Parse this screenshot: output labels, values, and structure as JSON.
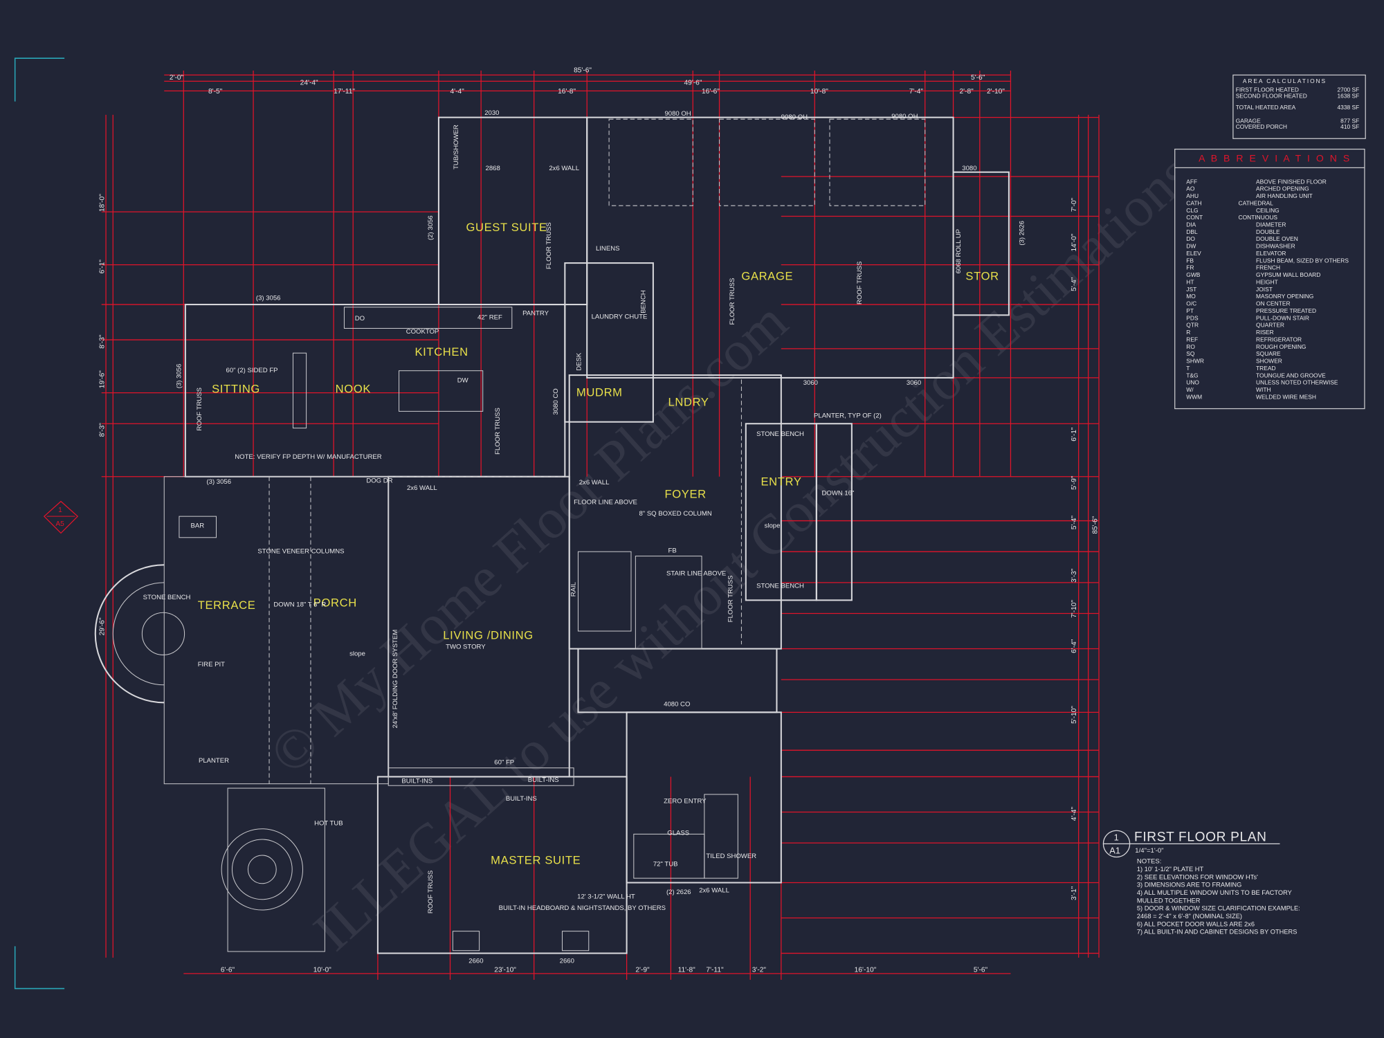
{
  "watermark": [
    "© My Home Floor Plans.com",
    "ILLEGAL to use without Construction Estimations"
  ],
  "rooms": {
    "guest_suite": "GUEST SUITE",
    "kitchen": "KITCHEN",
    "sitting": "SITTING",
    "nook": "NOOK",
    "mudrm": "MUDRM",
    "lndry": "LNDRY",
    "garage": "GARAGE",
    "stor": "STOR",
    "foyer": "FOYER",
    "entry": "ENTRY",
    "terrace": "TERRACE",
    "porch": "PORCH",
    "living": "LIVING /DINING",
    "living_sub": "TWO STORY",
    "master": "MASTER SUITE"
  },
  "labels": {
    "tub_shower": "TUB/SHOWER",
    "d2030": "2030",
    "d2868": "2868",
    "wall2x6a": "2x6 WALL",
    "d9080a": "9080 OH",
    "d9080b": "9080 OH",
    "d9080c": "9080 OH",
    "d3080": "3080",
    "d3056a": "(2) 3056",
    "d3056b": "(3) 3056",
    "d3056c": "(3) 3056",
    "d3056d": "(3) 3056",
    "d2626a": "(3) 2626",
    "linens": "LINENS",
    "pantry": "PANTRY",
    "laundry_chute": "LAUNDRY CHUTE",
    "do": "DO",
    "ref": "42\" REF",
    "cooktop": "COOKTOP",
    "dw": "DW",
    "desk": "DESK",
    "bench": "BENCH",
    "fp": "60\" (2) SIDED FP",
    "note_fp": "NOTE: VERIFY FP DEPTH W/ MANUFACTURER",
    "roll_up": "6068 ROLL UP",
    "d3060a": "3060",
    "d3060b": "3060",
    "planter": "PLANTER, TYP OF (2)",
    "stone_bench_a": "STONE BENCH",
    "stone_bench_b": "STONE BENCH",
    "stone_bench_c": "STONE BENCH",
    "down16": "DOWN 16\"",
    "slope_a": "slope",
    "slope_b": "slope",
    "floor_line": "FLOOR LINE ABOVE",
    "column": "8\" SQ BOXED COLUMN",
    "fb": "FB",
    "stair_line": "STAIR LINE ABOVE",
    "rail": "RAIL",
    "dog_dr": "DOG DR",
    "wall2x6b": "2x6 WALL",
    "wall2x6c": "2x6 WALL",
    "bar": "BAR",
    "stone_veneer": "STONE VENEER COLUMNS",
    "fire_pit": "FIRE PIT",
    "down18": "DOWN 18\" T 6\" R",
    "folding_door": "24'x8' FOLDING DOOR SYSTEM",
    "planter2": "PLANTER",
    "hot_tub": "HOT TUB",
    "builtins_a": "BUILT-INS",
    "builtins_b": "BUILT-INS",
    "builtins_c": "BUILT-INS",
    "fp60": "60\" FP",
    "co4080": "4080 CO",
    "co3080": "3080 CO",
    "zero_entry": "ZERO ENTRY",
    "glass": "GLASS",
    "tub72": "72\" TUB",
    "tiled_shower": "TILED SHOWER",
    "wall_ht": "12' 3-1/2\" WALL HT",
    "headboard": "BUILT-IN HEADBOARD & NIGHTSTANDS, BY OTHERS",
    "d2660a": "2660",
    "d2660b": "2660",
    "d2626b": "(2) 2626",
    "wall2x6d": "2x6 WALL",
    "floor_truss": "FLOOR TRUSS",
    "roof_truss": "ROOF TRUSS",
    "a5_num": "1",
    "a5_sheet": "A5"
  },
  "dimensions": {
    "top_overall": "85'-6\"",
    "top": [
      "2'-0\"",
      "24'-4\"",
      "49'-6\"",
      "5'-6\""
    ],
    "top2": [
      "8'-5\"",
      "17'-11\"",
      "4'-4\"",
      "16'-8\"",
      "16'-6\"",
      "10'-8\"",
      "7'-4\"",
      "2'-8\"",
      "2'-10\""
    ],
    "bottom": [
      "6'-6\"",
      "10'-0\"",
      "23'-10\"",
      "2'-9\"",
      "11'-8\"",
      "7'-11\"",
      "3'-2\"",
      "16'-10\"",
      "5'-6\""
    ],
    "left": [
      "18'-0\"",
      "6'-1\"",
      "8'-3\"",
      "19'-6\"",
      "8'-3\"",
      "29'-6\""
    ],
    "right": [
      "7'-0\"",
      "14'-0\"",
      "5'-4\"",
      "6'-1\"",
      "5'-9\"",
      "5'-4\"",
      "3'-3\"",
      "7'-10\"",
      "6'-4\"",
      "5'-10\"",
      "4'-4\"",
      "3'-1\"",
      "85'-6\""
    ]
  },
  "area_calculations": {
    "title": "AREA CALCULATIONS",
    "rows": [
      {
        "label": "FIRST FLOOR HEATED",
        "value": "2700 SF"
      },
      {
        "label": "SECOND FLOOR HEATED",
        "value": "1638 SF"
      },
      {
        "label": "TOTAL HEATED AREA",
        "value": "4338 SF"
      },
      {
        "label": "GARAGE",
        "value": "877 SF"
      },
      {
        "label": "COVERED PORCH",
        "value": "410 SF"
      }
    ]
  },
  "abbreviations": {
    "title": "A B B R E V I A T I O N S",
    "items": [
      [
        "AFF",
        "ABOVE FINISHED FLOOR"
      ],
      [
        "AO",
        "ARCHED OPENING"
      ],
      [
        "AHU",
        "AIR HANDLING UNIT"
      ],
      [
        "CATH",
        "CATHEDRAL"
      ],
      [
        "CLG",
        "CEILING"
      ],
      [
        "CONT",
        "CONTINUOUS"
      ],
      [
        "DIA",
        "DIAMETER"
      ],
      [
        "DBL",
        "DOUBLE"
      ],
      [
        "DO",
        "DOUBLE OVEN"
      ],
      [
        "DW",
        "DISHWASHER"
      ],
      [
        "ELEV",
        "ELEVATOR"
      ],
      [
        "FB",
        "FLUSH BEAM, SIZED BY OTHERS"
      ],
      [
        "FR",
        "FRENCH"
      ],
      [
        "GWB",
        "GYPSUM WALL BOARD"
      ],
      [
        "HT",
        "HEIGHT"
      ],
      [
        "JST",
        "JOIST"
      ],
      [
        "MO",
        "MASONRY OPENING"
      ],
      [
        "O/C",
        "ON CENTER"
      ],
      [
        "PT",
        "PRESSURE TREATED"
      ],
      [
        "PDS",
        "PULL-DOWN STAIR"
      ],
      [
        "QTR",
        "QUARTER"
      ],
      [
        "R",
        "RISER"
      ],
      [
        "REF",
        "REFRIGERATOR"
      ],
      [
        "RO",
        "ROUGH OPENING"
      ],
      [
        "SQ",
        "SQUARE"
      ],
      [
        "SHWR",
        "SHOWER"
      ],
      [
        "T",
        "TREAD"
      ],
      [
        "T&G",
        "TOUNGUE AND GROOVE"
      ],
      [
        "UNO",
        "UNLESS NOTED OTHERWISE"
      ],
      [
        "W/",
        "WITH"
      ],
      [
        "WWM",
        "WELDED WIRE MESH"
      ]
    ]
  },
  "title_block": {
    "number": "1",
    "sheet": "A1",
    "title": "FIRST FLOOR PLAN",
    "scale": "1/4\"=1'-0\"",
    "notes_heading": "NOTES:",
    "notes": [
      "1) 10' 1-1/2\" PLATE HT",
      "2) SEE ELEVATIONS FOR WINDOW HTs'",
      "3) DIMENSIONS ARE TO FRAMING",
      "4) ALL MULTIPLE WINDOW UNITS TO BE FACTORY",
      "    MULLED TOGETHER",
      "5) DOOR & WINDOW SIZE CLARIFICATION EXAMPLE:",
      "      2468 = 2'-4\" x 6'-8\" (NOMINAL SIZE)",
      "6) ALL POCKET DOOR WALLS ARE 2x6",
      "7) ALL BUILT-IN AND CABINET DESIGNS BY OTHERS"
    ]
  },
  "colors": {
    "background": "#212536",
    "dimension": "#e0142a",
    "room_label": "#e8e04a",
    "linework": "#d8d8dc"
  }
}
